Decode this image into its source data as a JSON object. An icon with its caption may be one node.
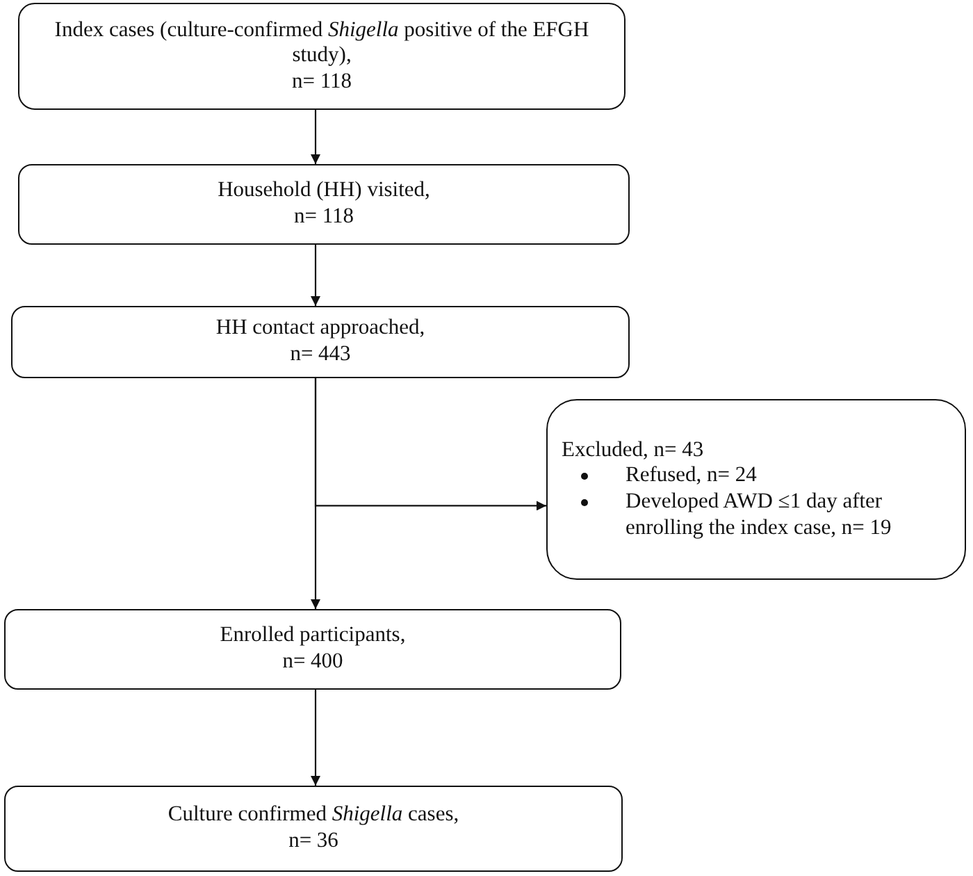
{
  "diagram": {
    "nodes": [
      {
        "text": [
          "Index cases (culture-confirmed *Shigella* positive of the EFGH study),",
          "n= 118"
        ]
      },
      {
        "text": [
          "Household (HH) visited,",
          "n= 118"
        ]
      },
      {
        "text": [
          "HH contact approached,",
          "n= 443"
        ]
      },
      {
        "text": [
          "Excluded, n= 43",
          "Refused, n= 24",
          "Developed AWD ≤1 day after enrolling the index case, n= 19"
        ]
      },
      {
        "text": [
          "Enrolled participants,",
          "n= 400"
        ]
      },
      {
        "text": [
          "Culture confirmed *Shigella* cases,",
          "n= 36"
        ]
      }
    ],
    "edges": [
      {
        "from": 0,
        "to": 1,
        "arrow": "to"
      },
      {
        "from": 1,
        "to": 2,
        "arrow": "to"
      },
      {
        "from": 2,
        "to": 3,
        "arrow": "to"
      },
      {
        "from": 2,
        "to": 4,
        "arrow": "to"
      },
      {
        "from": 4,
        "to": 5,
        "arrow": "to"
      }
    ]
  }
}
